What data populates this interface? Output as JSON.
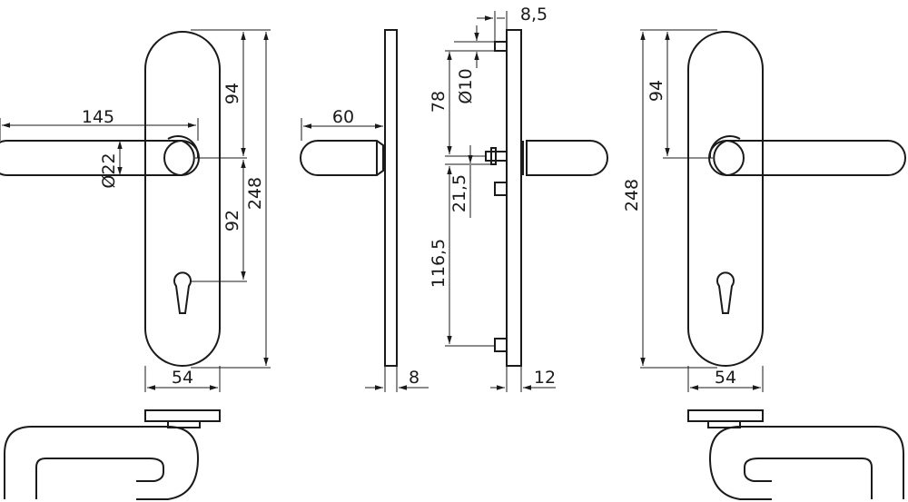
{
  "dimensions": {
    "left_lever_length": "145",
    "left_lever_diameter": "Ø22",
    "left_upper_height": "94",
    "left_lower_height": "92",
    "left_total_height": "248",
    "left_plate_width": "54",
    "side_lever_projection": "60",
    "side_plate_thickness": "8",
    "mid_spindle_offset": "8,5",
    "mid_bolt_diameter": "Ø10",
    "mid_upper_distance": "78",
    "mid_middle_distance": "21,5",
    "mid_lower_distance": "116,5",
    "mid_plate_thickness": "12",
    "right_upper_height": "94",
    "right_total_height": "248",
    "right_plate_width": "54"
  }
}
